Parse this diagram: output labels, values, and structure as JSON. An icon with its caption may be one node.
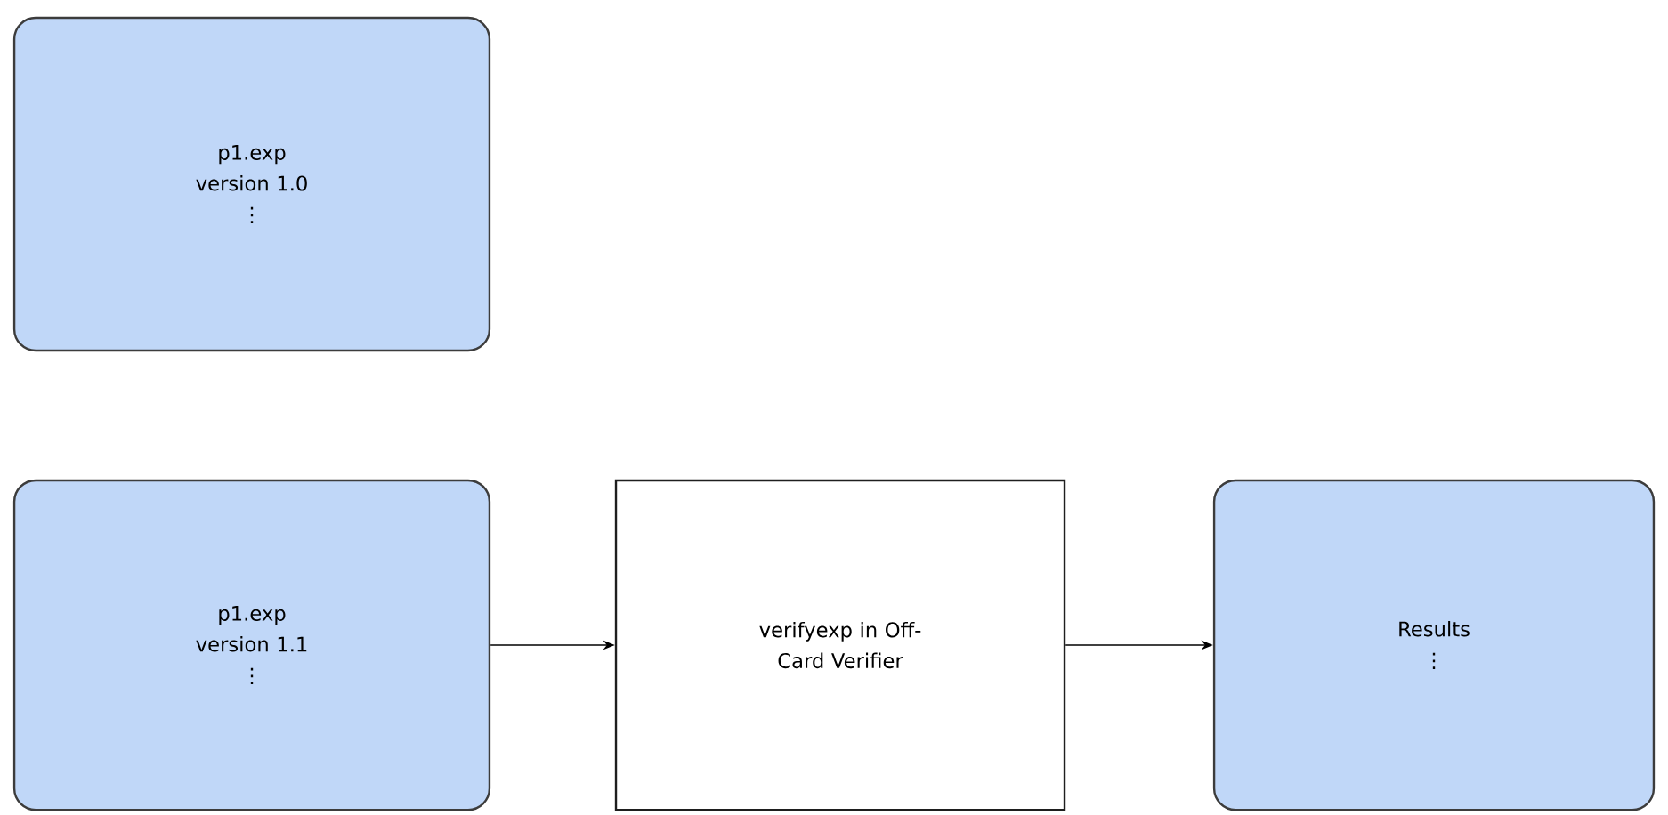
{
  "diagram": {
    "nodes": [
      {
        "text": [
          "p1.exp",
          "version 1.0",
          "⋮"
        ]
      },
      {
        "text": [
          "p1.exp",
          "version 1.1",
          "⋮"
        ]
      },
      {
        "text": [
          "verifyexp in Off-Card Verifier"
        ]
      },
      {
        "text": [
          "Results",
          "⋮"
        ]
      }
    ],
    "edges": [
      {
        "from": 1,
        "to": 2,
        "arrow": "to"
      },
      {
        "from": 2,
        "to": 3,
        "arrow": "to"
      }
    ]
  }
}
